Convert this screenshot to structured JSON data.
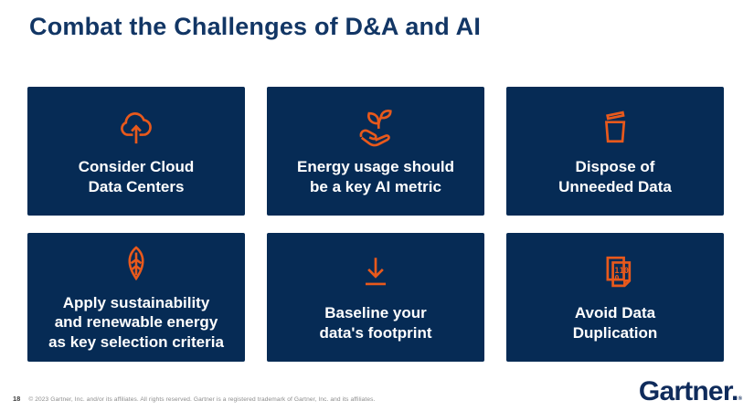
{
  "title": "Combat the Challenges of D&A and AI",
  "cards": [
    {
      "icon": "cloud-upload-icon",
      "line1": "Consider Cloud",
      "line2": "Data Centers"
    },
    {
      "icon": "sprout-in-hand-icon",
      "line1": "Energy usage should",
      "line2": "be a key AI metric"
    },
    {
      "icon": "trash-icon",
      "line1": "Dispose of",
      "line2": "Unneeded Data"
    },
    {
      "icon": "leaf-icon",
      "line1": "Apply sustainability",
      "line2": "and renewable energy",
      "line3": "as key selection criteria"
    },
    {
      "icon": "download-baseline-icon",
      "line1": "Baseline your",
      "line2": "data's footprint"
    },
    {
      "icon": "duplicate-documents-icon",
      "line1": "Avoid Data",
      "line2": "Duplication",
      "doc_text_row1": "110",
      "doc_text_row2": "0"
    }
  ],
  "footer": {
    "page_number": "18",
    "copyright": "© 2023 Gartner, Inc. and/or its affiliates. All rights reserved. Gartner is a registered trademark of Gartner, Inc. and its affiliates."
  },
  "logo": {
    "text": "Gartner.",
    "registered": "®"
  },
  "colors": {
    "card_navy": "#062B55",
    "title_navy": "#123665",
    "logo_navy": "#0F2B5B",
    "icon_orange": "#E8591C",
    "card_text": "#FFFFFF",
    "copyright_gray": "#8C8C8C"
  }
}
